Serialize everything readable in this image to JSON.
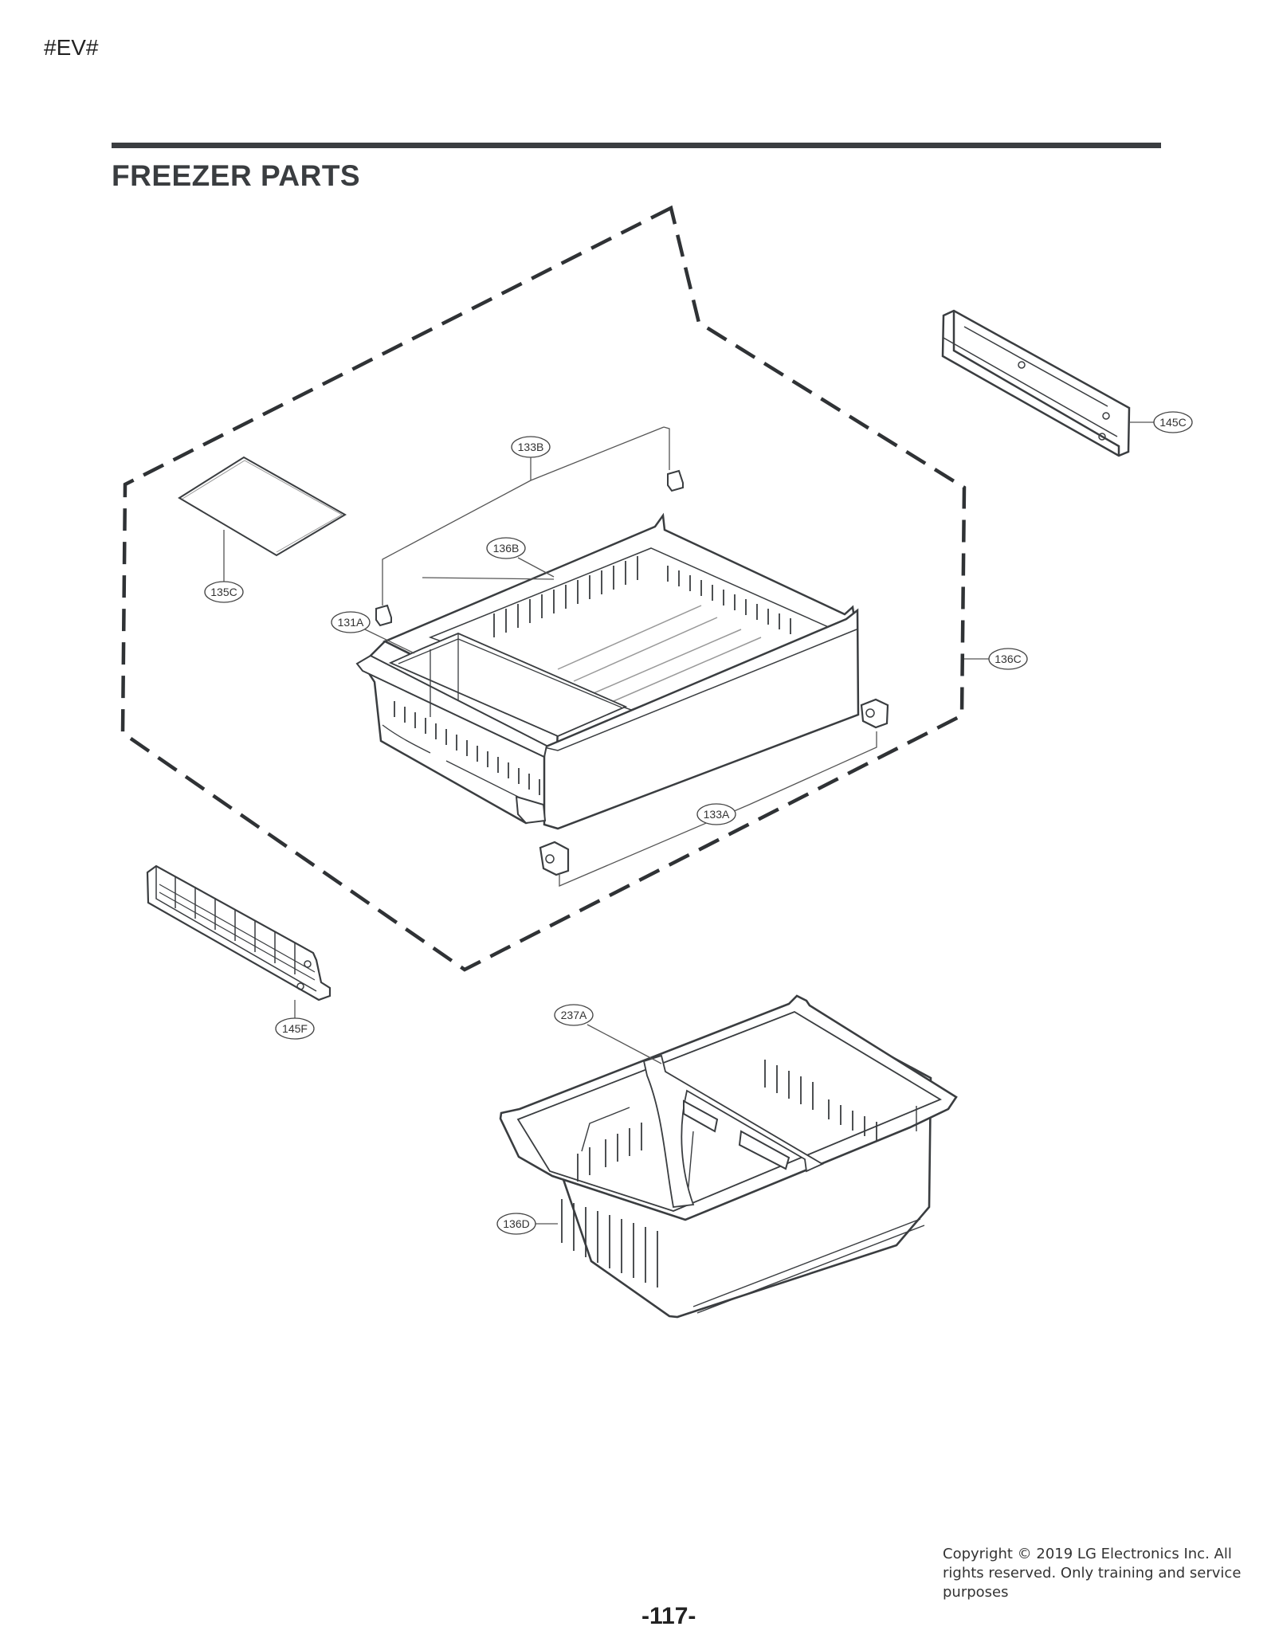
{
  "header": {
    "marker": "#EV#"
  },
  "section": {
    "title": "FREEZER PARTS"
  },
  "callouts": {
    "p145C": "145C",
    "p133B": "133B",
    "p136B": "136B",
    "p135C": "135C",
    "p131A": "131A",
    "p136C": "136C",
    "p133A": "133A",
    "p145F": "145F",
    "p237A": "237A",
    "p136D": "136D"
  },
  "footer": {
    "page_number": "-117-",
    "copyright": "Copyright © 2019 LG Electronics Inc. All rights reserved. Only training and service purposes"
  },
  "colors": {
    "line": "#3a3d40",
    "part_fill": "#ffffff",
    "shade": "#c9cbcd"
  }
}
